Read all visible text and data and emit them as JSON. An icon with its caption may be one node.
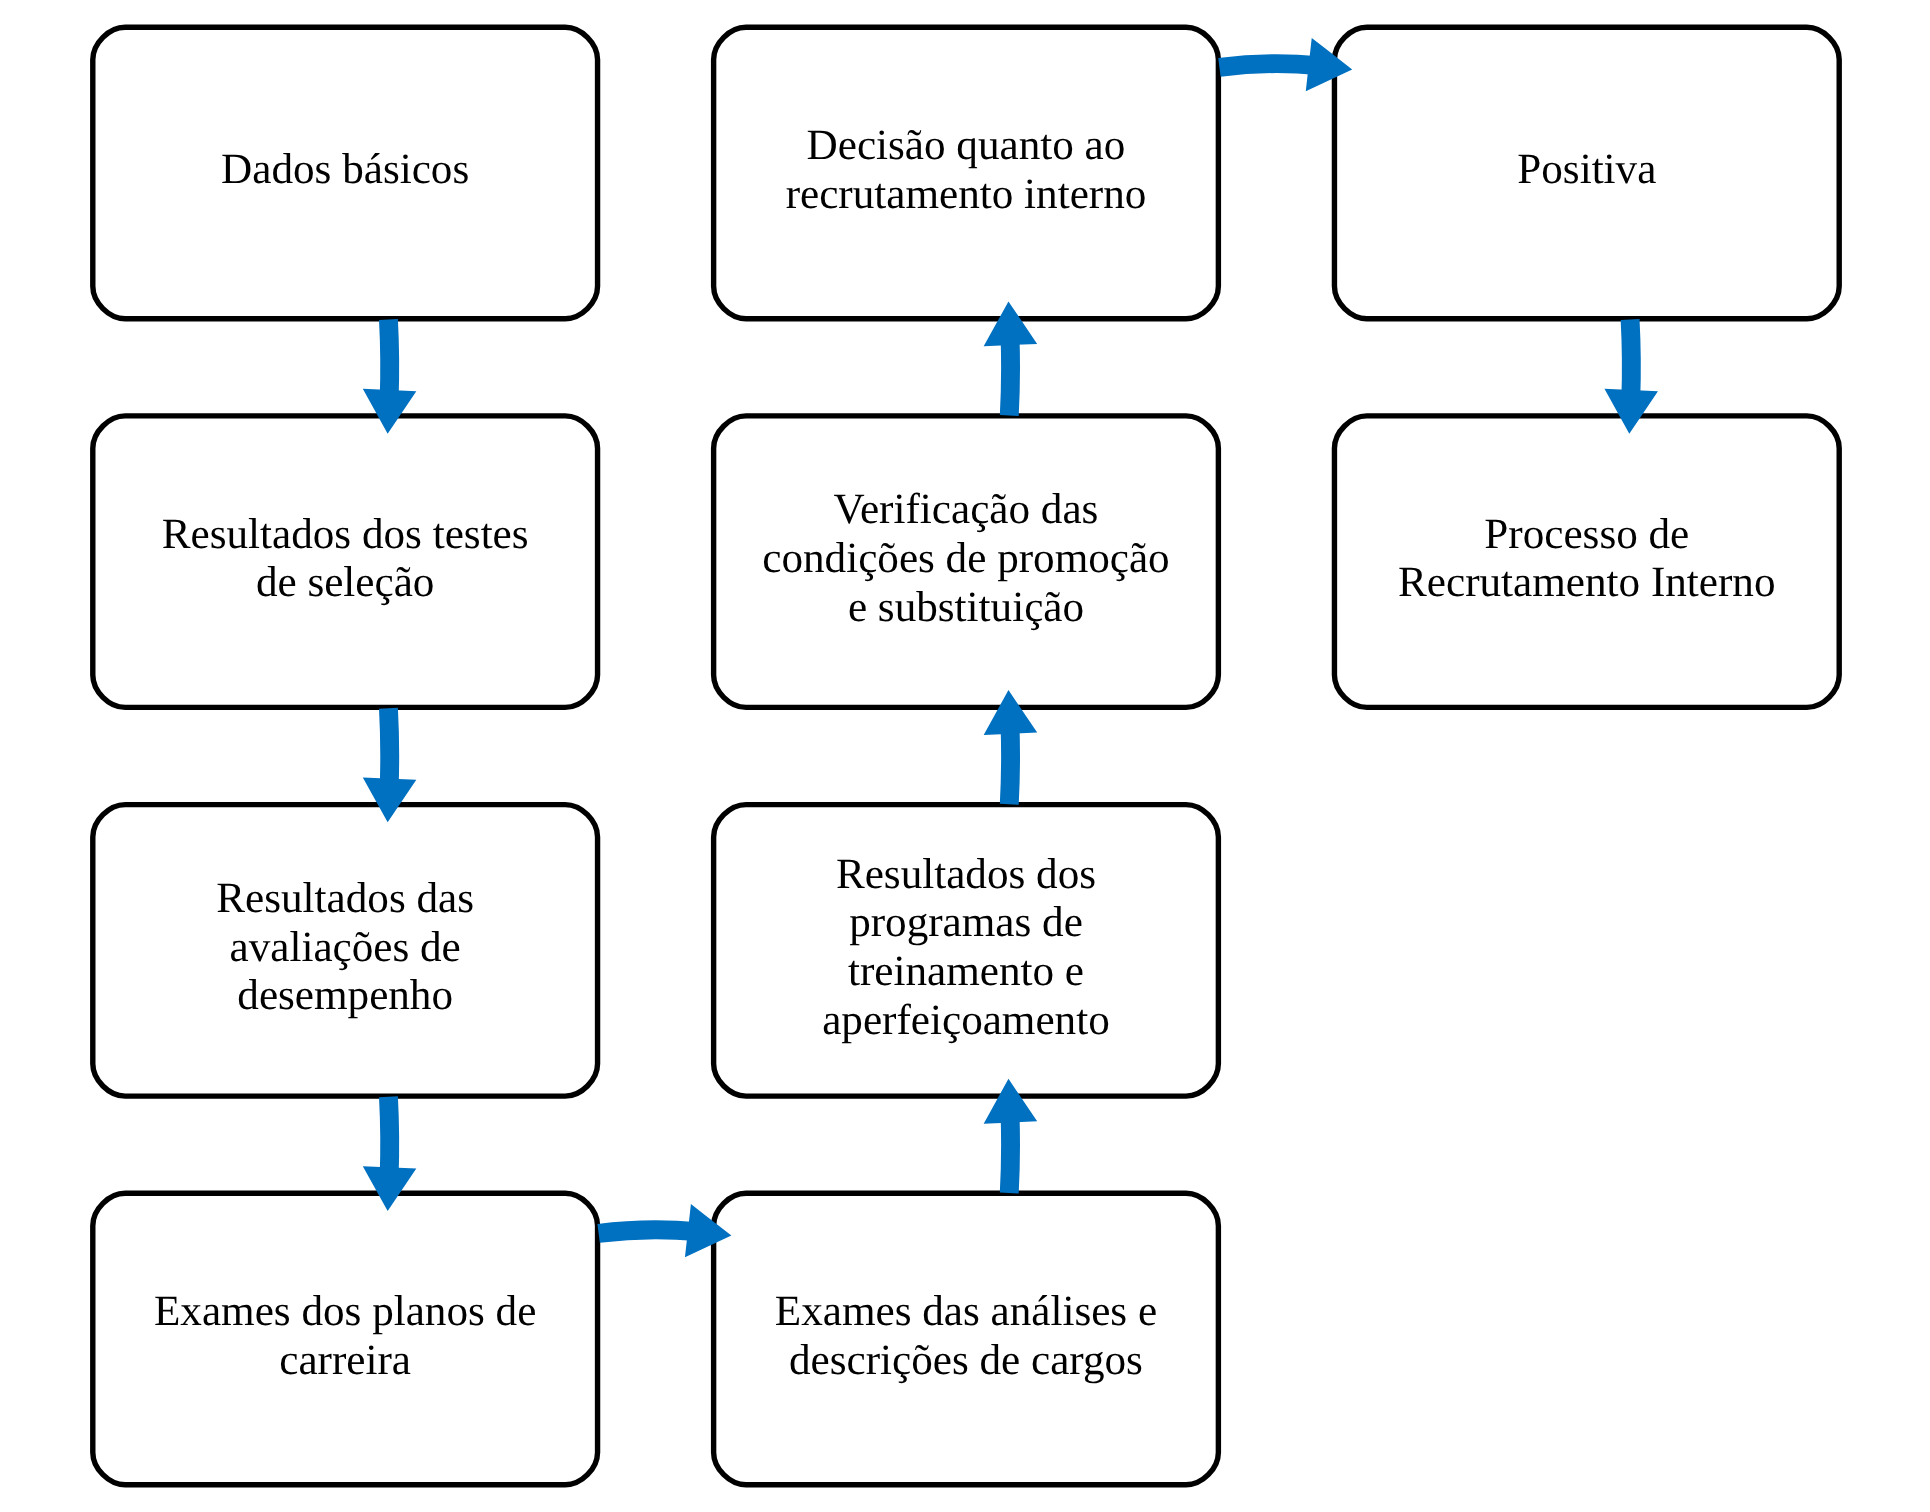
{
  "diagram": {
    "nodes": [
      {
        "text": [
          "Dados básicos"
        ]
      },
      {
        "text": [
          "Resultados dos testes de seleção"
        ]
      },
      {
        "text": [
          "Resultados das avaliações de desempenho"
        ]
      },
      {
        "text": [
          "Exames dos planos de carreira"
        ]
      },
      {
        "text": [
          "Exames das análises e descrições de cargos"
        ]
      },
      {
        "text": [
          "Resultados dos programas de treinamento e aperfeiçoamento"
        ]
      },
      {
        "text": [
          "Verificação das condições de promoção e substituição"
        ]
      },
      {
        "text": [
          "Decisão quanto ao recrutamento interno"
        ]
      },
      {
        "text": [
          "Positiva"
        ]
      },
      {
        "text": [
          "Processo de Recrutamento Interno"
        ]
      }
    ],
    "edges": [
      {
        "from": 0,
        "to": 1,
        "arrow": "to"
      },
      {
        "from": 1,
        "to": 2,
        "arrow": "to"
      },
      {
        "from": 2,
        "to": 3,
        "arrow": "to"
      },
      {
        "from": 3,
        "to": 4,
        "arrow": "to"
      },
      {
        "from": 4,
        "to": 5,
        "arrow": "to"
      },
      {
        "from": 5,
        "to": 6,
        "arrow": "to"
      },
      {
        "from": 6,
        "to": 7,
        "arrow": "to"
      },
      {
        "from": 7,
        "to": 8,
        "arrow": "to"
      },
      {
        "from": 8,
        "to": 9,
        "arrow": "to"
      }
    ]
  }
}
